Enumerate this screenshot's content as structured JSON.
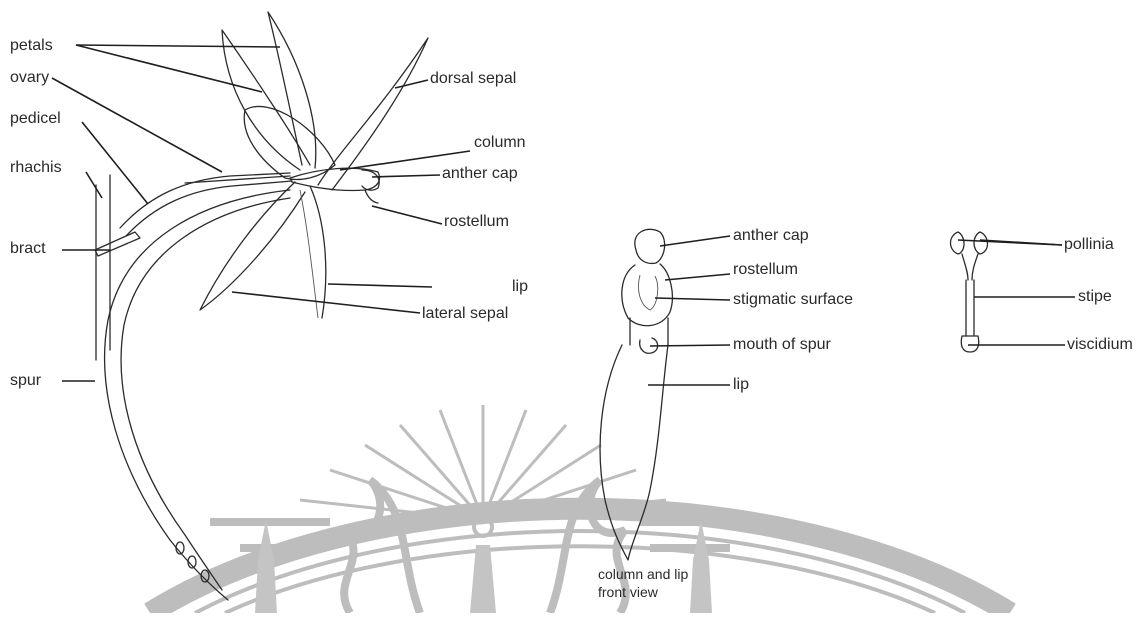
{
  "labels": {
    "petals": "petals",
    "ovary": "ovary",
    "pedicel": "pedicel",
    "rhachis": "rhachis",
    "bract": "bract",
    "spur": "spur",
    "dorsal_sepal": "dorsal sepal",
    "column": "column",
    "anther_cap": "anther cap",
    "rostellum": "rostellum",
    "lip": "lip",
    "lateral_sepal": "lateral sepal",
    "anther_cap_2": "anther cap",
    "rostellum_2": "rostellum",
    "stigmatic_surface": "stigmatic surface",
    "mouth_of_spur": "mouth of spur",
    "lip_2": "lip",
    "pollinia": "pollinia",
    "stipe": "stipe",
    "viscidium": "viscidium",
    "caption_line1": "column and lip",
    "caption_line2": "front view"
  },
  "colors": {
    "ink": "#2b2b2b",
    "watermark": "#bdbdbd",
    "background": "#ffffff"
  }
}
